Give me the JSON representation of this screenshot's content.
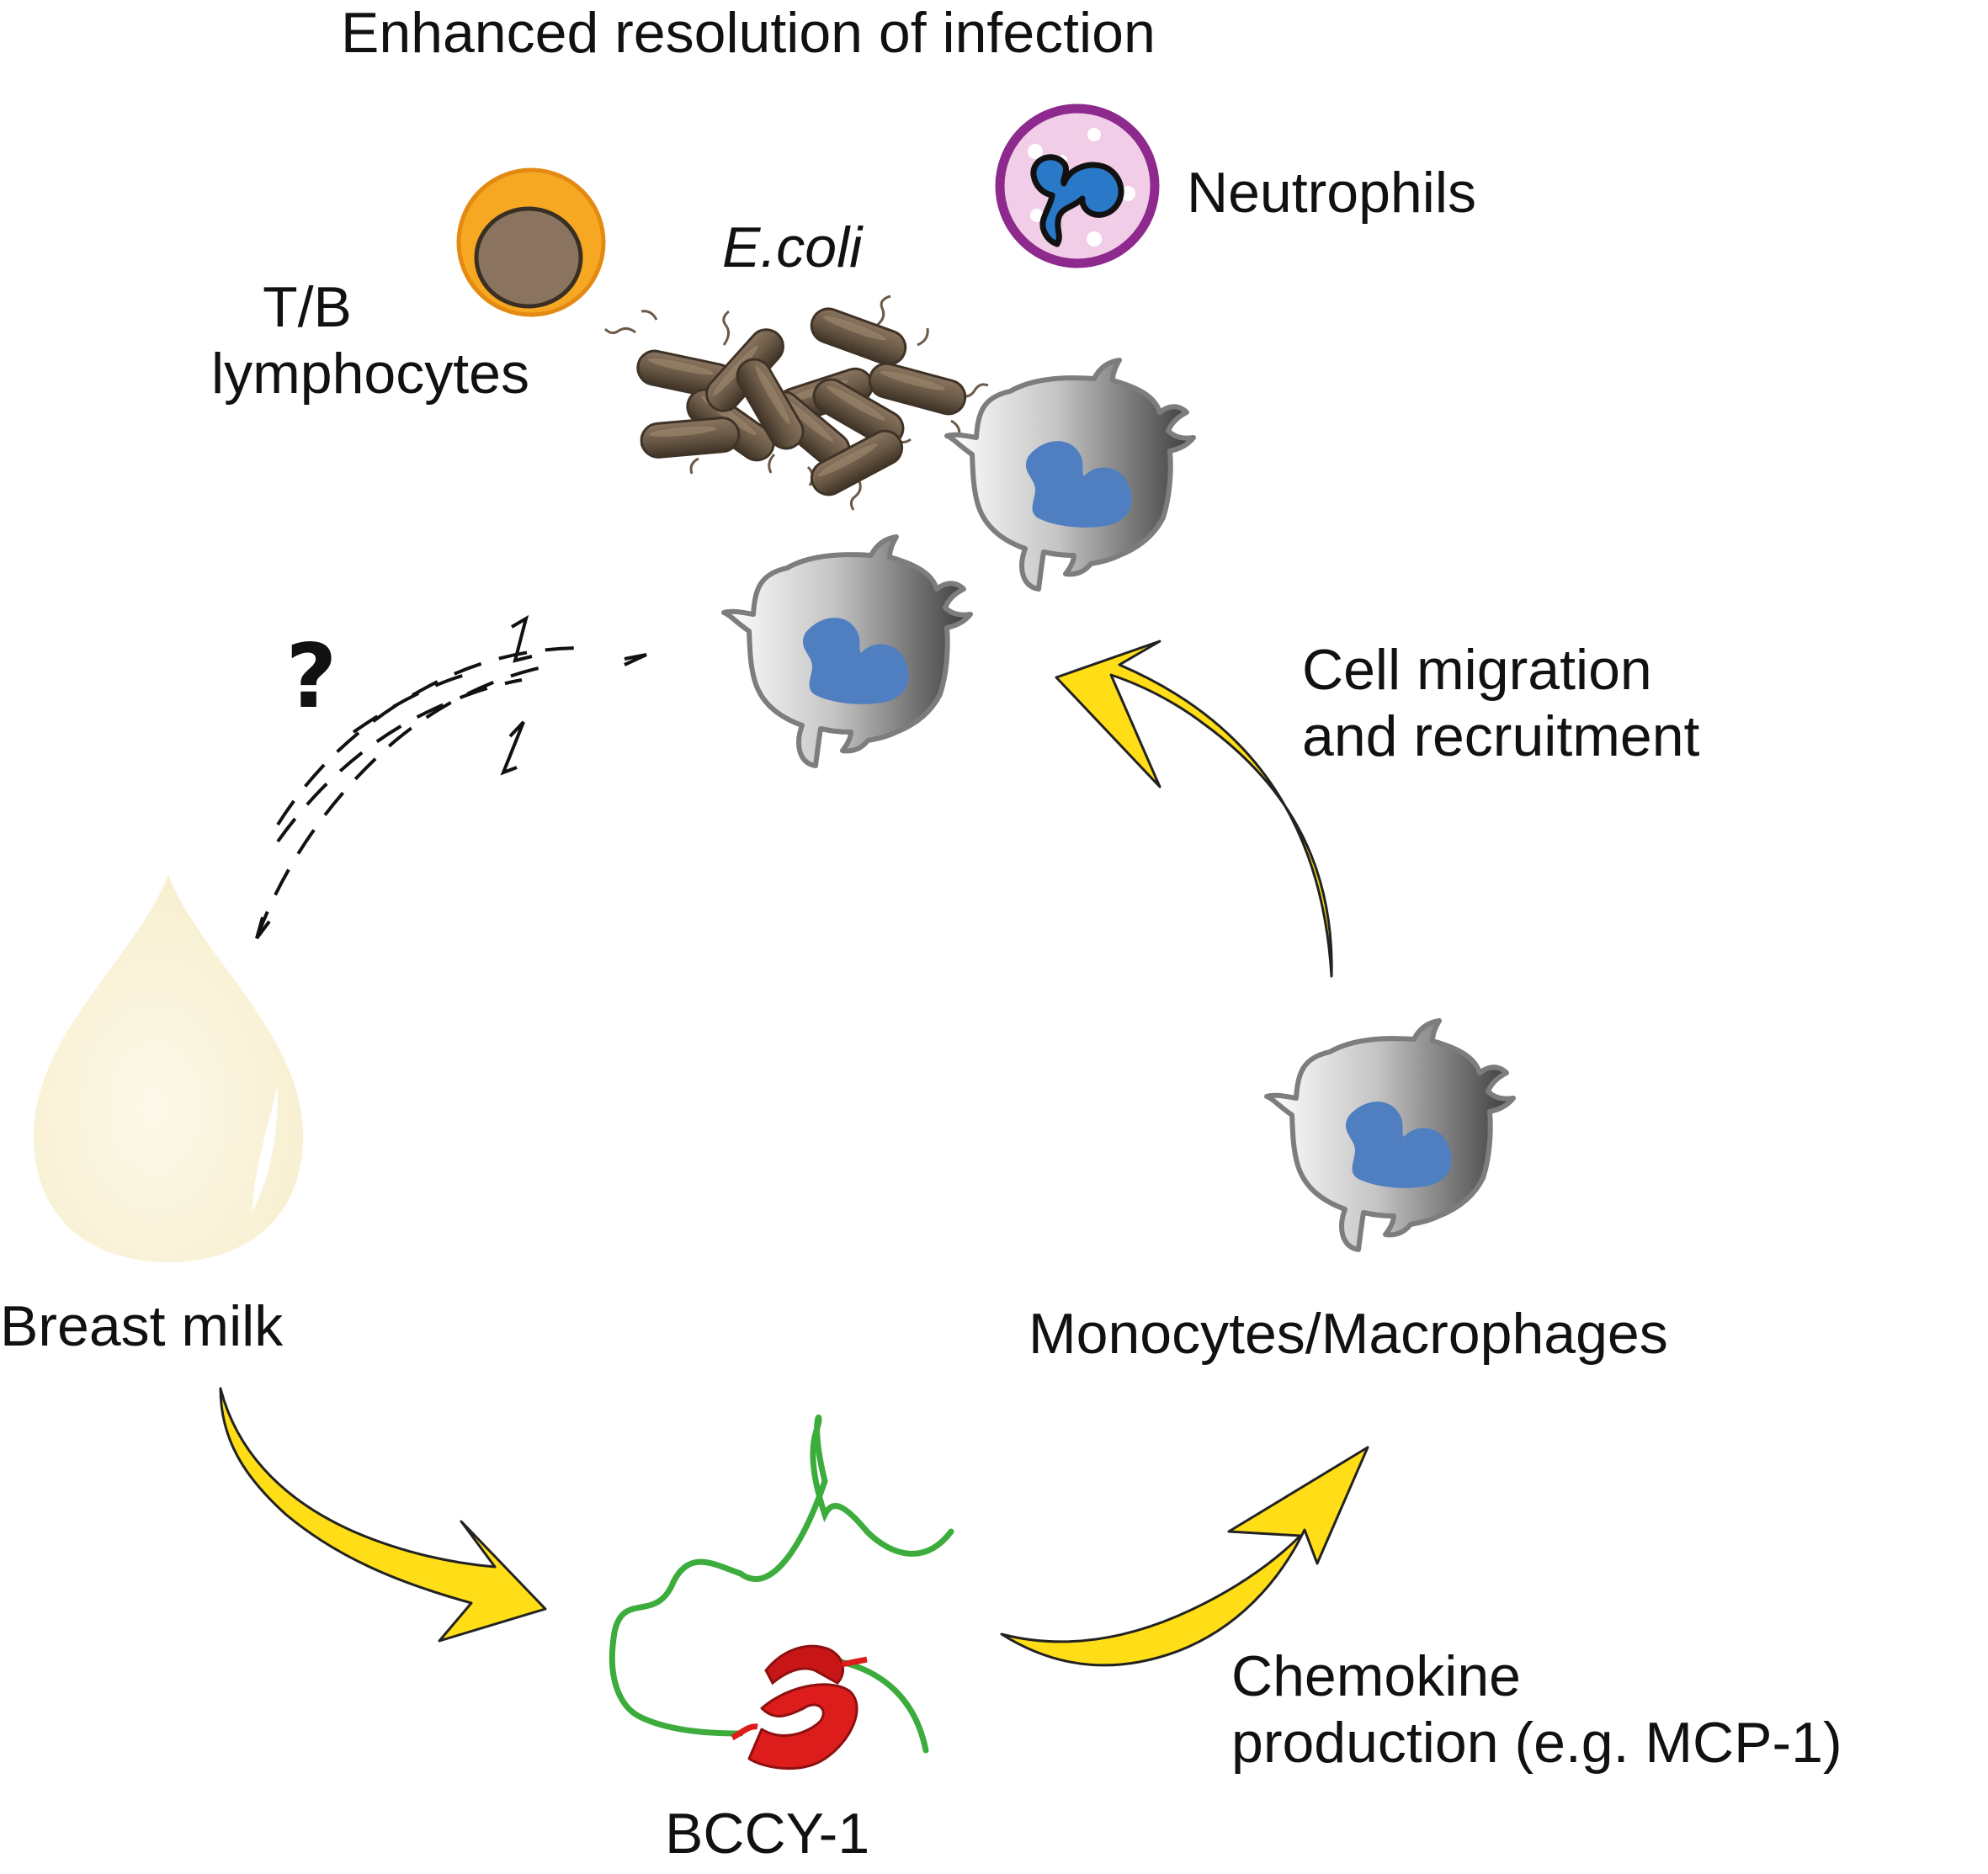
{
  "title": "Enhanced resolution of infection",
  "labels": {
    "tb_line1": "T/B",
    "tb_line2": "lymphocytes",
    "ecoli": "E.coli",
    "neutrophils": "Neutrophils",
    "cell_migration_line1": "Cell migration",
    "cell_migration_line2": "and recruitment",
    "breast_milk": "Breast milk",
    "monocytes": "Monocytes/Macrophages",
    "bccy": "BCCY-1",
    "chemokine_line1": "Chemokine",
    "chemokine_line2": "production (e.g. MCP-1)",
    "question": "?"
  },
  "colors": {
    "arrow_yellow": "#ffde17",
    "macrophage_gray": "#7d7d7d",
    "nucleus_blue": "#4f7fc0",
    "bacteria_brown": "#6b5a47",
    "milk_cream": "#faf4dc",
    "protein_red": "#dd1c1c",
    "protein_green": "#3cac3c",
    "neutrophil_purple": "#8e2a8e",
    "lymphocyte_orange": "#f7a823"
  }
}
